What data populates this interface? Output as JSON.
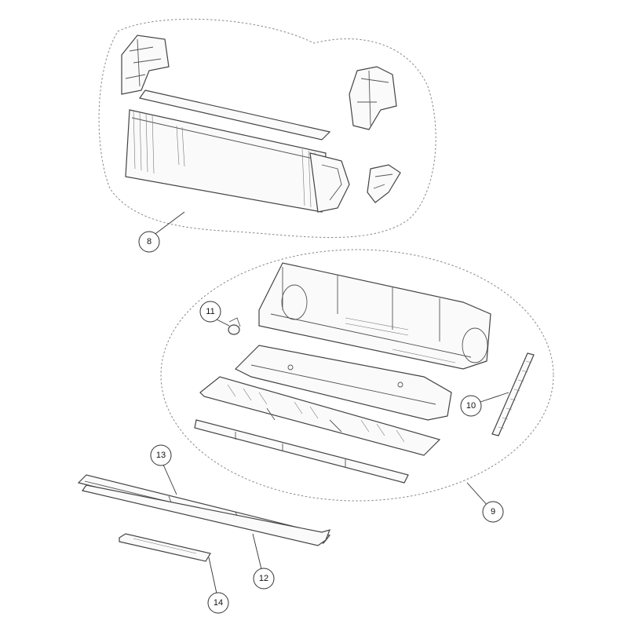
{
  "callouts": [
    {
      "id": "c8",
      "label": "8"
    },
    {
      "id": "c9",
      "label": "9"
    },
    {
      "id": "c10",
      "label": "10"
    },
    {
      "id": "c11",
      "label": "11"
    },
    {
      "id": "c12",
      "label": "12"
    },
    {
      "id": "c13",
      "label": "13"
    },
    {
      "id": "c14",
      "label": "14"
    }
  ]
}
